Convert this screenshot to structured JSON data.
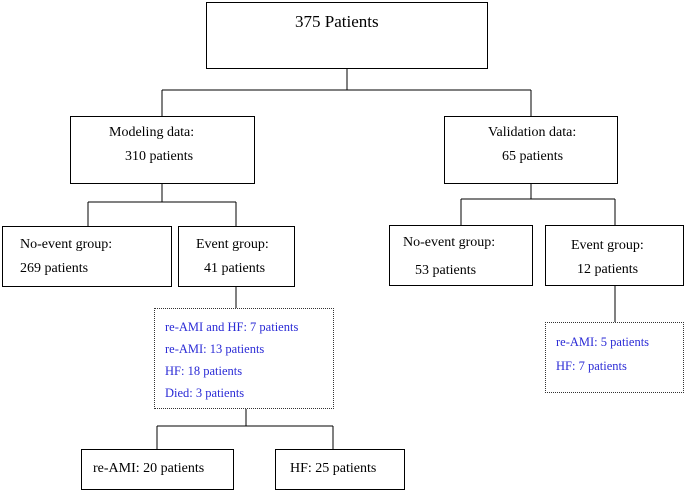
{
  "colors": {
    "detail_text": "#2b2bd6",
    "line": "#000000"
  },
  "root": {
    "label": "375 Patients"
  },
  "modeling": {
    "title": "Modeling data:",
    "count": "310 patients"
  },
  "validation": {
    "title": "Validation data:",
    "count": "65 patients"
  },
  "modeling_no_event": {
    "title": "No-event group:",
    "count": "269 patients"
  },
  "modeling_event": {
    "title": "Event group:",
    "count": "41 patients"
  },
  "validation_no_event": {
    "title": "No-event group:",
    "count": "53 patients"
  },
  "validation_event": {
    "title": "Event group:",
    "count": "12 patients"
  },
  "modeling_event_details": [
    "re-AMI and HF: 7 patients",
    "re-AMI: 13 patients",
    "HF: 18 patients",
    "Died: 3 patients"
  ],
  "validation_event_details": [
    "re-AMI: 5 patients",
    "HF: 7 patients"
  ],
  "reami_total": {
    "label": "re-AMI: 20 patients"
  },
  "hf_total": {
    "label": "HF: 25 patients"
  }
}
